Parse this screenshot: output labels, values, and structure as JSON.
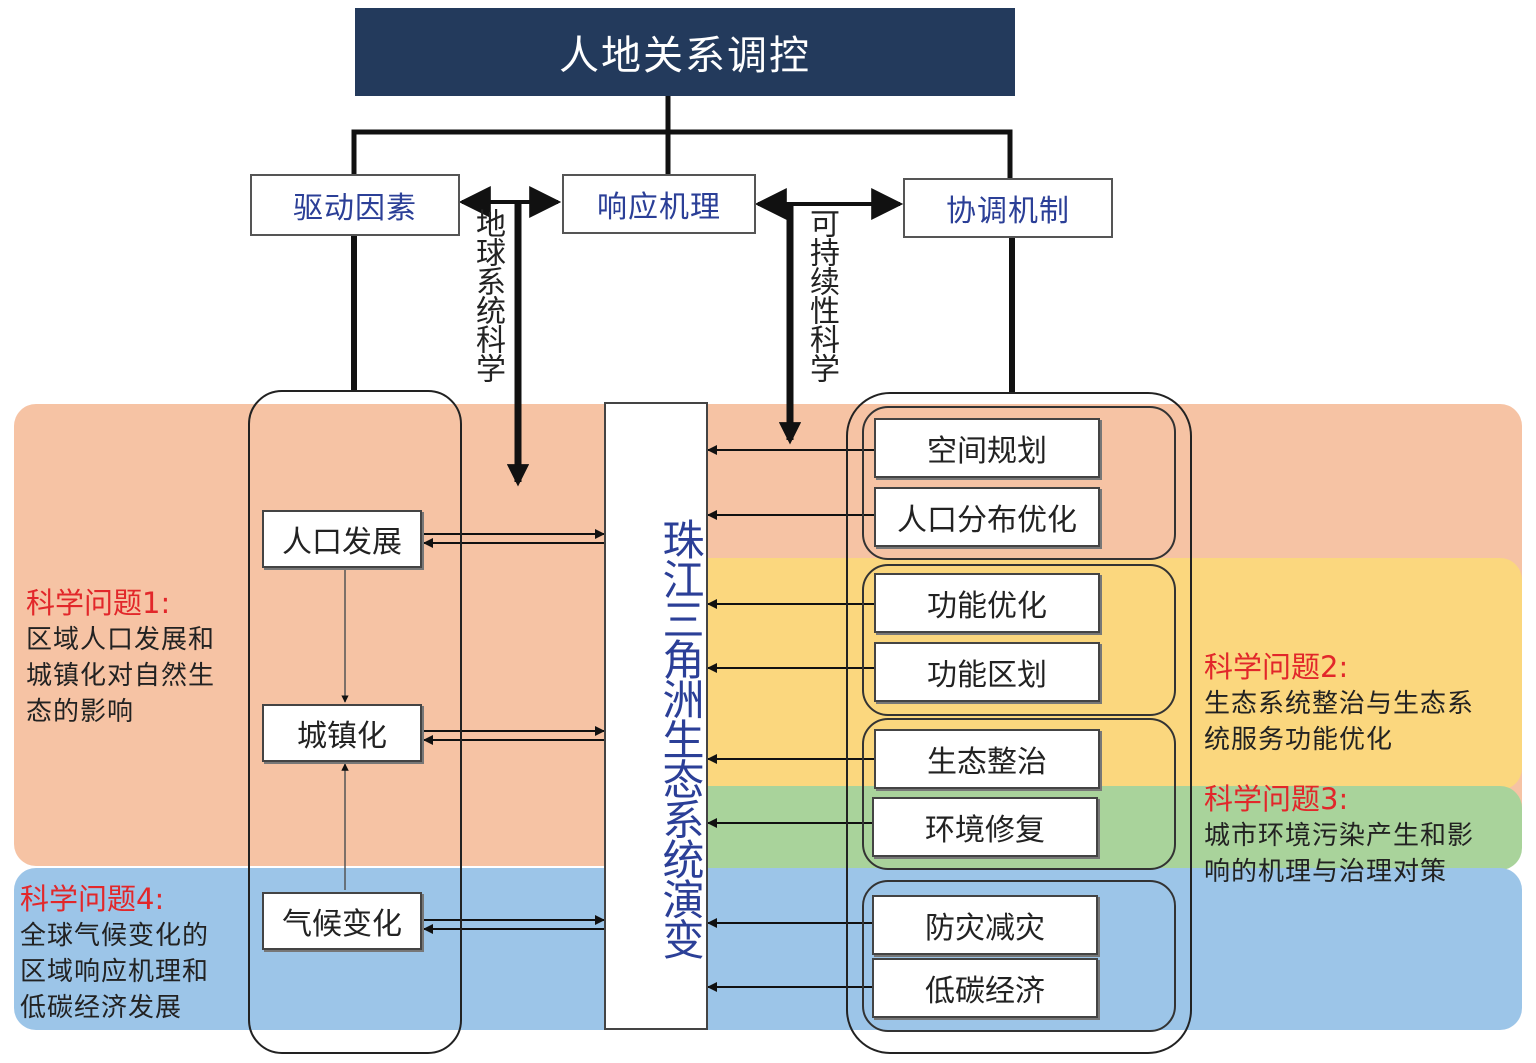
{
  "title": "人地关系调控",
  "level2": {
    "driving_factors": "驱动因素",
    "response_mechanism": "响应机理",
    "coordination_mechanism": "协调机制"
  },
  "links": {
    "earth_system_science": "地球系统科学",
    "sustainability_science": "可持续性科学"
  },
  "center": "珠江三角洲生态系统演变",
  "drivers": [
    "人口发展",
    "城镇化",
    "气候变化"
  ],
  "coordination_groups": [
    [
      "空间规划",
      "人口分布优化"
    ],
    [
      "功能优化",
      "功能区划"
    ],
    [
      "生态整治",
      "环境修复"
    ],
    [
      "防灾减灾",
      "低碳经济"
    ]
  ],
  "science_questions": [
    {
      "title": "科学问题1:",
      "lines": [
        "区域人口发展和",
        "城镇化对自然生",
        "态的影响"
      ]
    },
    {
      "title": "科学问题2:",
      "lines": [
        "生态系统整治与生态系",
        "统服务功能优化"
      ]
    },
    {
      "title": "科学问题3:",
      "lines": [
        "城市环境污染产生和影",
        "响的机理与治理对策"
      ]
    },
    {
      "title": "科学问题4:",
      "lines": [
        "全球气候变化的",
        "区域响应机理和",
        "低碳经济发展"
      ]
    }
  ],
  "colors": {
    "title_bg": "#233a5c",
    "accent_blue_text": "#2b3f97",
    "question_red": "#e2272a",
    "band_salmon": "#f6c3a4",
    "band_yellow": "#fbd77e",
    "band_green": "#a9d39b",
    "band_blue": "#9cc5e8"
  }
}
